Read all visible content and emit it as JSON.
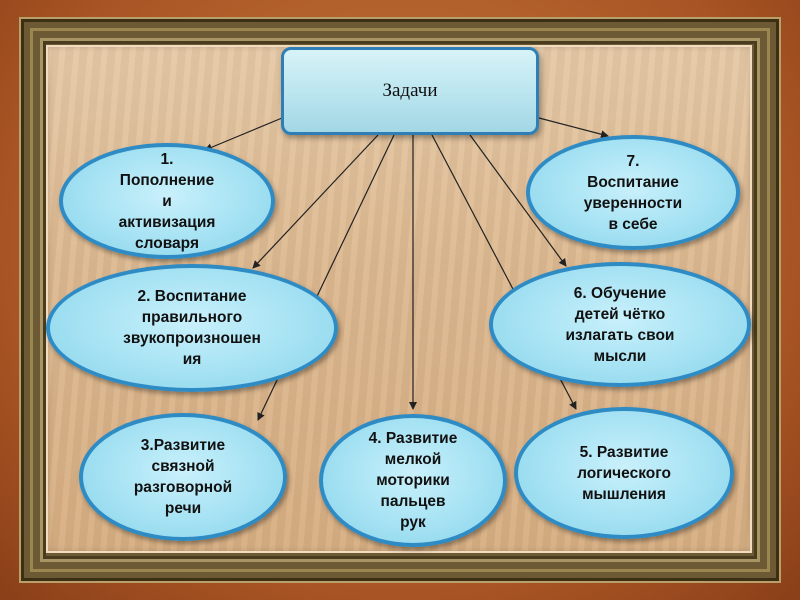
{
  "diagram": {
    "root": {
      "label": "Задачи"
    },
    "tasks": [
      {
        "id": "n1",
        "lines": [
          "1.",
          "Пополнение",
          "и",
          "активизация",
          "словаря"
        ]
      },
      {
        "id": "n2",
        "lines": [
          "2. Воспитание",
          "правильного",
          "звукопроизношен",
          "ия"
        ]
      },
      {
        "id": "n3",
        "lines": [
          "3.Развитие",
          "связной",
          "разговорной",
          "речи"
        ]
      },
      {
        "id": "n4",
        "lines": [
          "4. Развитие",
          "мелкой",
          "моторики",
          "пальцев",
          "рук"
        ]
      },
      {
        "id": "n5",
        "lines": [
          "5. Развитие",
          "логического",
          "мышления"
        ]
      },
      {
        "id": "n6",
        "lines": [
          "6. Обучение",
          "детей чётко",
          "излагать свои",
          "мысли"
        ]
      },
      {
        "id": "n7",
        "lines": [
          "7.",
          "Воспитание",
          "уверенности",
          "в себе"
        ]
      }
    ],
    "colors": {
      "ellipse_fill": "#a5e2f3",
      "ellipse_border": "#2e8bc4",
      "root_fill": "#b7e3ee",
      "root_border": "#2f7fb6",
      "connector": "#222222"
    }
  }
}
